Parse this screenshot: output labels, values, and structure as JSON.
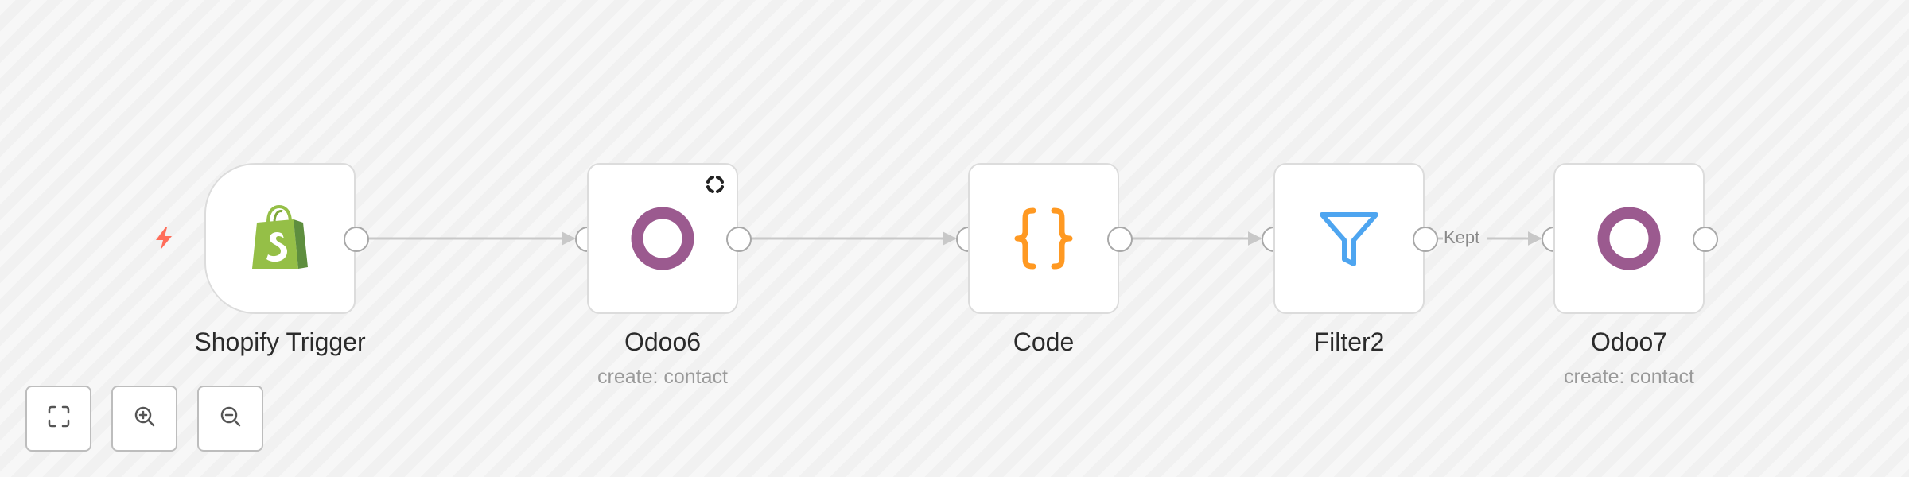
{
  "canvas": {
    "background_color": "#f5f5f5",
    "edge_color": "#c8c8c8",
    "handle_border_color": "#a8a8a8"
  },
  "nodes": [
    {
      "id": "shopify-trigger",
      "label": "Shopify Trigger",
      "subtitle": "",
      "icon": "shopify-bag-icon",
      "icon_color": "#95bf47",
      "is_trigger": true,
      "trigger_icon": "lightning-bolt-icon",
      "trigger_icon_color": "#ff6d5a"
    },
    {
      "id": "odoo6",
      "label": "Odoo6",
      "subtitle": "create: contact",
      "icon": "odoo-ring-icon",
      "icon_color": "#9b5a8f",
      "status_icon": "loading-spinner-icon"
    },
    {
      "id": "code",
      "label": "Code",
      "subtitle": "",
      "icon": "curly-braces-icon",
      "icon_color": "#ff9922"
    },
    {
      "id": "filter2",
      "label": "Filter2",
      "subtitle": "",
      "icon": "funnel-icon",
      "icon_color": "#4ea5f0"
    },
    {
      "id": "odoo7",
      "label": "Odoo7",
      "subtitle": "create: contact",
      "icon": "odoo-ring-icon",
      "icon_color": "#9b5a8f"
    }
  ],
  "edges": [
    {
      "from": "Shopify Trigger",
      "to": "Odoo6",
      "label": ""
    },
    {
      "from": "Odoo6",
      "to": "Code",
      "label": ""
    },
    {
      "from": "Code",
      "to": "Filter2",
      "label": ""
    },
    {
      "from": "Filter2",
      "to": "Odoo7",
      "label": "Kept"
    }
  ],
  "controls": {
    "buttons": [
      {
        "name": "fit-view",
        "icon": "fit-to-view-icon"
      },
      {
        "name": "zoom-in",
        "icon": "zoom-in-icon"
      },
      {
        "name": "zoom-out",
        "icon": "zoom-out-icon"
      }
    ]
  }
}
